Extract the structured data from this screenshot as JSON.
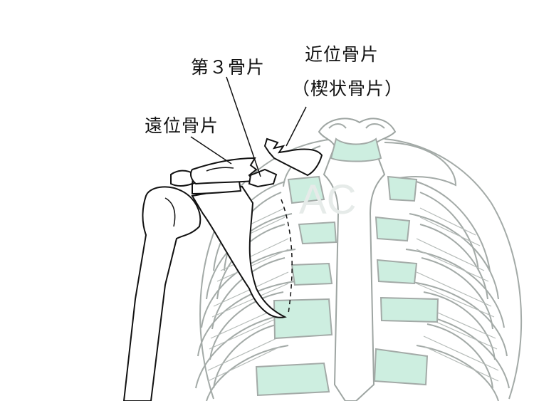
{
  "labels": {
    "proximal": "近位骨片",
    "proximal_wedge": "（楔状骨片）",
    "third": "第３骨片",
    "distal": "遠位骨片"
  },
  "colors": {
    "bone_outline": "#a3aaa7",
    "cartilage": "#cdeee0",
    "fracture_outline": "#111111"
  }
}
